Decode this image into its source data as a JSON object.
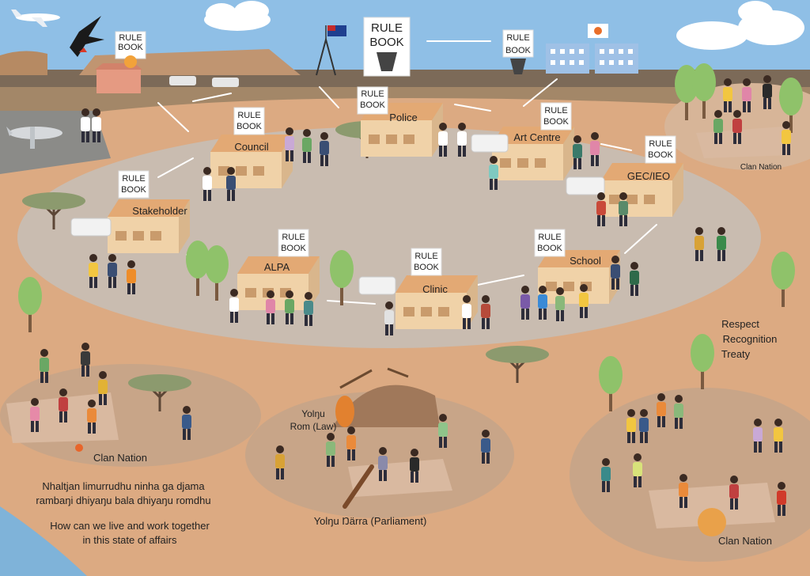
{
  "rule_book": {
    "line1": "RULE",
    "line2": "BOOK"
  },
  "buildings": {
    "council": "Council",
    "police": "Police",
    "art_centre": "Art Centre",
    "gec": "GEC/IEO",
    "stakeholder": "Stakeholder",
    "alpa": "ALPA",
    "clinic": "Clinic",
    "school": "School"
  },
  "clan_nation": "Clan Nation",
  "yolngu_rom": {
    "line1": "Yolŋu",
    "line2": "Rom (Law)"
  },
  "yolngu_narra": "Yolŋu Ŋärra (Parliament)",
  "values": {
    "line1": "Respect",
    "line2": "Recognition",
    "line3": "Treaty"
  },
  "yolngu_question": {
    "line1": "Nhaltjan limurrudhu ninha ga djama",
    "line2": "rambaŋi dhiyaŋu bala dhiyaŋu romdhu"
  },
  "english_question": {
    "line1": "How can we live and work together",
    "line2": "in this state of affairs"
  },
  "colors": {
    "sky": "#8fbfe6",
    "ground": "#dcaa82",
    "plateau": "#8a735e",
    "arena": "#c9bcb0",
    "building": "#f0d2a8",
    "roof": "#e3a974",
    "tree": "#8fc26a"
  }
}
